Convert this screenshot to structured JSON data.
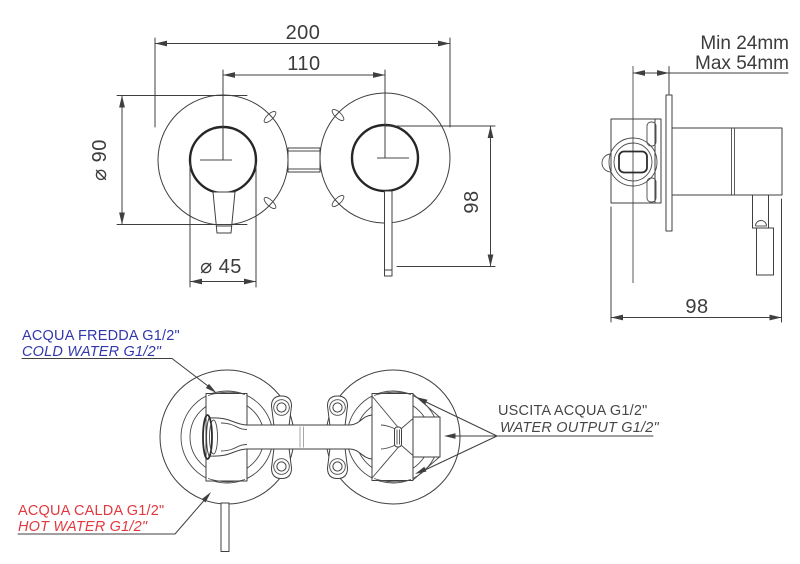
{
  "front_view": {
    "width_total": "200",
    "width_centers": "110",
    "plate_diameter": "⌀ 90",
    "knob_diameter": "⌀ 45",
    "height": "98"
  },
  "side_view": {
    "depth_min": "Min 24mm",
    "depth_max": "Max 54mm",
    "depth_total": "98"
  },
  "connections": {
    "cold_it": "ACQUA FREDDA G1/2\"",
    "cold_en": "COLD WATER G1/2\"",
    "hot_it": "ACQUA CALDA G1/2\"",
    "hot_en": "HOT WATER G1/2\"",
    "output_it": "USCITA ACQUA G1/2\"",
    "output_en": "WATER OUTPUT G1/2\""
  },
  "colors": {
    "line": "#3f3f3f",
    "text": "#3c3c3c",
    "cold": "#3238ab",
    "hot": "#e0393f"
  }
}
